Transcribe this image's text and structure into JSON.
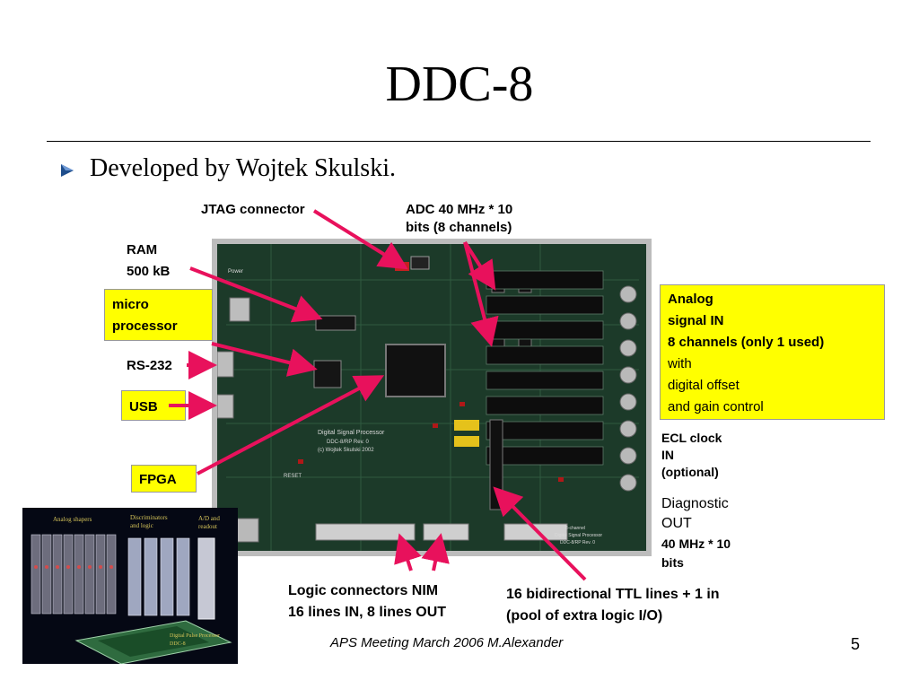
{
  "slide": {
    "title": "DDC-8",
    "bullet": "Developed by Wojtek Skulski.",
    "footer": "APS Meeting March 2006 M.Alexander",
    "page_number": "5"
  },
  "labels": {
    "jtag": "JTAG connector",
    "adc_line1": "ADC 40 MHz * 10",
    "adc_line2": "bits    (8 channels)",
    "ram_line1": "RAM",
    "ram_line2": "500 kB",
    "micro_line1": "micro",
    "micro_line2": "processor",
    "rs232": "RS-232",
    "usb": "USB",
    "fpga": "FPGA",
    "analog": [
      "Analog",
      "signal  IN",
      "8 channels (only 1 used)",
      "with",
      "digital offset",
      "and gain control"
    ],
    "ecl": [
      "ECL clock",
      "IN",
      "(optional)"
    ],
    "diag": [
      "Diagnostic",
      "OUT",
      "40 MHz * 10",
      "bits"
    ],
    "logic": [
      "Logic connectors NIM",
      "16 lines IN, 8 lines OUT"
    ],
    "ttl": [
      "16 bidirectional TTL lines + 1 in",
      "(pool of extra logic I/O)"
    ]
  },
  "photo_board": {
    "text_lines": [
      "Digital Signal Processor",
      "DDC-8/RP Rev. 0",
      "(c) Wojtek Skulski  2002"
    ],
    "power_label": "Power",
    "reset_label": "RESET",
    "product_lines": [
      "8-channel",
      "Digital Signal Processor",
      "DDC-8/RP Rev. 0"
    ]
  },
  "photo_modules": {
    "label_shapers": "Analog shapers",
    "label_discriminators_1": "Discriminators",
    "label_discriminators_2": "and logic",
    "label_ad_1": "A/D and",
    "label_ad_2": "readout",
    "label_dpp_1": "Digital Pulse Processor",
    "label_dpp_2": "DDC-8"
  },
  "colors": {
    "highlight_yellow": "#ffff00",
    "arrow_pink": "#e8115c",
    "bullet_blue": "#1f4e8c"
  }
}
